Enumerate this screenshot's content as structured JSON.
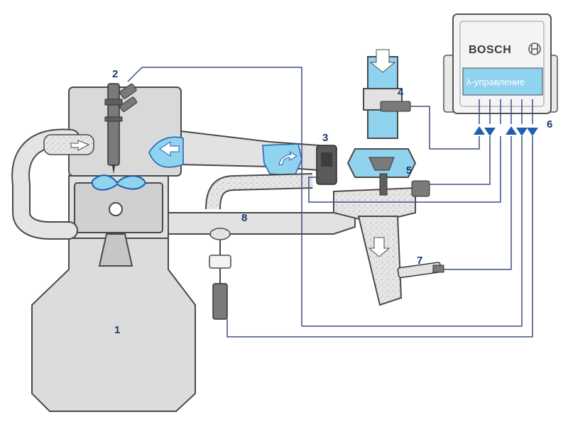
{
  "ecu": {
    "brand": "BOSCH",
    "function_label": "λ-управление"
  },
  "callouts": {
    "engine": "1",
    "injector": "2",
    "throttle_valve": "3",
    "air_mass_meter": "4",
    "turbocharger": "5",
    "ecu": "6",
    "lambda_sensor": "7",
    "egr_valve": "8"
  },
  "colors": {
    "component_gray": "#d7d7d7",
    "component_stroke": "#4a4a4a",
    "air_blue": "#8fd3ee",
    "exhaust_speckle": "#bdbdbd",
    "signal_line": "#3d4f86",
    "arrow_blue": "#1f5fb0",
    "ecu_panel": "#8fd3ee"
  },
  "icons": {
    "ecu_badge": "bosch-armature-icon",
    "flow_arrow": "flow-arrow-icon"
  }
}
